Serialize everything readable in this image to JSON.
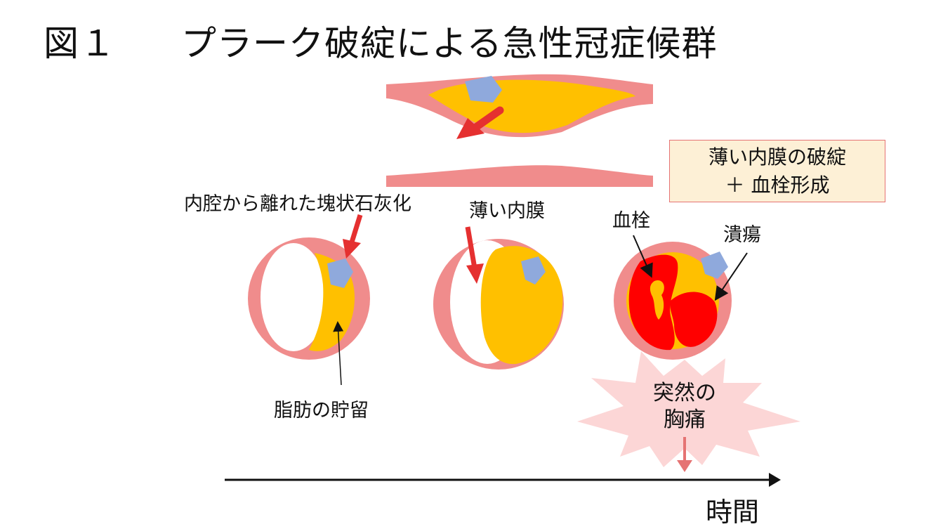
{
  "figure_label": "図１",
  "title": "プラーク破綻による急性冠症候群",
  "callout": {
    "line1": "薄い内膜の破綻",
    "line2": "＋ 血栓形成"
  },
  "labels": {
    "calcification": "内腔から離れた塊状石灰化",
    "thin_intima": "薄い内膜",
    "thrombus": "血栓",
    "ulcer": "潰瘍",
    "lipid": "脂肪の貯留",
    "chest_pain_line1": "突然の",
    "chest_pain_line2": "胸痛",
    "time_axis": "時間"
  },
  "colors": {
    "vessel_wall": "#f08c8c",
    "lipid_core": "#ffc000",
    "calcification": "#8fa9dc",
    "thrombus": "#ff0000",
    "arrow_red": "#e53030",
    "burst": "#fcd6d6"
  }
}
